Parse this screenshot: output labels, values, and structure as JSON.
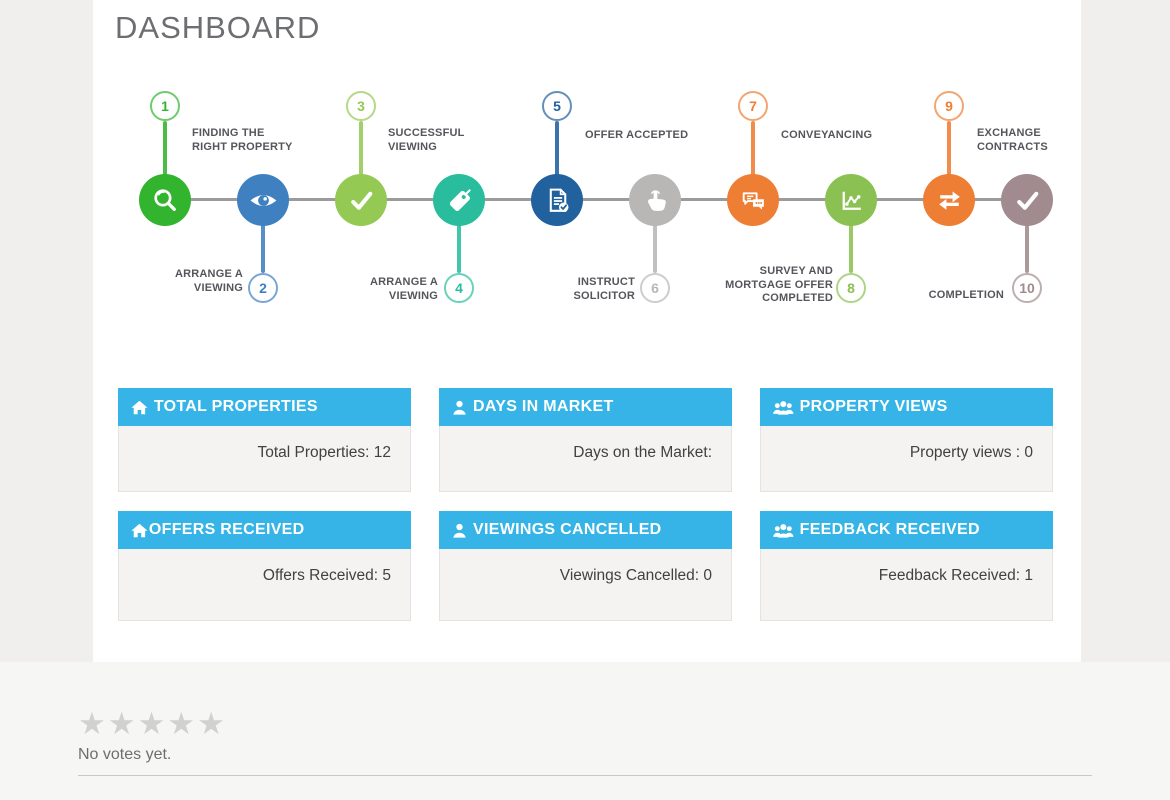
{
  "page": {
    "title": "DASHBOARD"
  },
  "timeline": {
    "line_color": "#9b9b9b",
    "steps": [
      {
        "num": "1",
        "label": "FINDING THE\nRIGHT PROPERTY",
        "color": "#33b42e",
        "icon": "search-icon",
        "badge": "top"
      },
      {
        "num": "2",
        "label": "ARRANGE A\nVIEWING",
        "color": "#3f80c1",
        "icon": "eye-icon",
        "badge": "bottom"
      },
      {
        "num": "3",
        "label": "SUCCESSFUL\nVIEWING",
        "color": "#94c954",
        "icon": "check-icon",
        "badge": "top"
      },
      {
        "num": "4",
        "label": "ARRANGE A\nVIEWING",
        "color": "#29bd9d",
        "icon": "tag-icon",
        "badge": "bottom"
      },
      {
        "num": "5",
        "label": "OFFER ACCEPTED",
        "color": "#20619e",
        "icon": "file-check-icon",
        "badge": "top"
      },
      {
        "num": "6",
        "label": "INSTRUCT\nSOLICITOR",
        "color": "#b9b6b6",
        "icon": "hand-icon",
        "badge": "bottom"
      },
      {
        "num": "7",
        "label": "CONVEYANCING",
        "color": "#ee7e34",
        "icon": "chat-icon",
        "badge": "top"
      },
      {
        "num": "8",
        "label": "SURVEY AND\nMORTGAGE OFFER\nCOMPLETED",
        "color": "#8bc152",
        "icon": "chart-icon",
        "badge": "bottom"
      },
      {
        "num": "9",
        "label": "EXCHANGE\nCONTRACTS",
        "color": "#ee7e34",
        "icon": "exchange-icon",
        "badge": "top"
      },
      {
        "num": "10",
        "label": "COMPLETION",
        "color": "#a18b8e",
        "icon": "check-icon",
        "badge": "bottom"
      }
    ]
  },
  "cards_style": {
    "header_bg": "#36b4e7"
  },
  "cards": [
    {
      "title": "TOTAL PROPERTIES",
      "icon": "home-icon",
      "value": "Total Properties: 12",
      "tight": false
    },
    {
      "title": "DAYS IN MARKET",
      "icon": "user-icon",
      "value": "Days on the Market:",
      "tight": false
    },
    {
      "title": "PROPERTY VIEWS",
      "icon": "users-icon",
      "value": "Property views : 0",
      "tight": false
    },
    {
      "title": "OFFERS RECEIVED",
      "icon": "home-icon",
      "value": "Offers Received: 5",
      "tight": true
    },
    {
      "title": "VIEWINGS CANCELLED",
      "icon": "user-icon",
      "value": "Viewings Cancelled: 0",
      "tight": false
    },
    {
      "title": "FEEDBACK RECEIVED",
      "icon": "users-icon",
      "value": "Feedback Received: 1",
      "tight": false
    }
  ],
  "rating": {
    "stars_total": 5,
    "stars_filled": 0,
    "star_color": "#d1d1d1",
    "star_glyph": "★",
    "status": "No votes yet."
  }
}
